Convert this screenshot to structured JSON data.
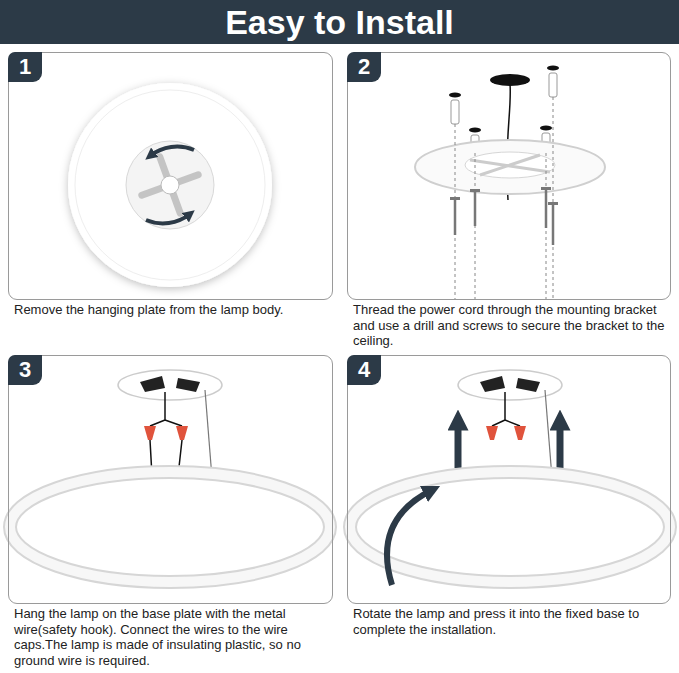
{
  "diagram": {
    "title": "Easy to Install",
    "nodes": [
      {
        "text": [
          "Remove the hanging plate from the lamp body."
        ]
      },
      {
        "text": [
          "1"
        ],
        "in": 0
      },
      {
        "text": [
          "Thread the power cord through the mounting bracket and use a drill and screws to secure the bracket to the ceiling."
        ]
      },
      {
        "text": [
          "2"
        ],
        "in": 2
      },
      {
        "text": [
          "Hang the lamp on the base plate with the metal wire(safety hook). Connect the wires to the wire caps.The lamp is made of insulating plastic, so no ground wire is required."
        ]
      },
      {
        "text": [
          "3"
        ],
        "in": 4
      },
      {
        "text": [
          "Rotate the lamp and press it into the fixed base to complete the installation."
        ]
      },
      {
        "text": [
          "4"
        ],
        "in": 6
      }
    ]
  }
}
